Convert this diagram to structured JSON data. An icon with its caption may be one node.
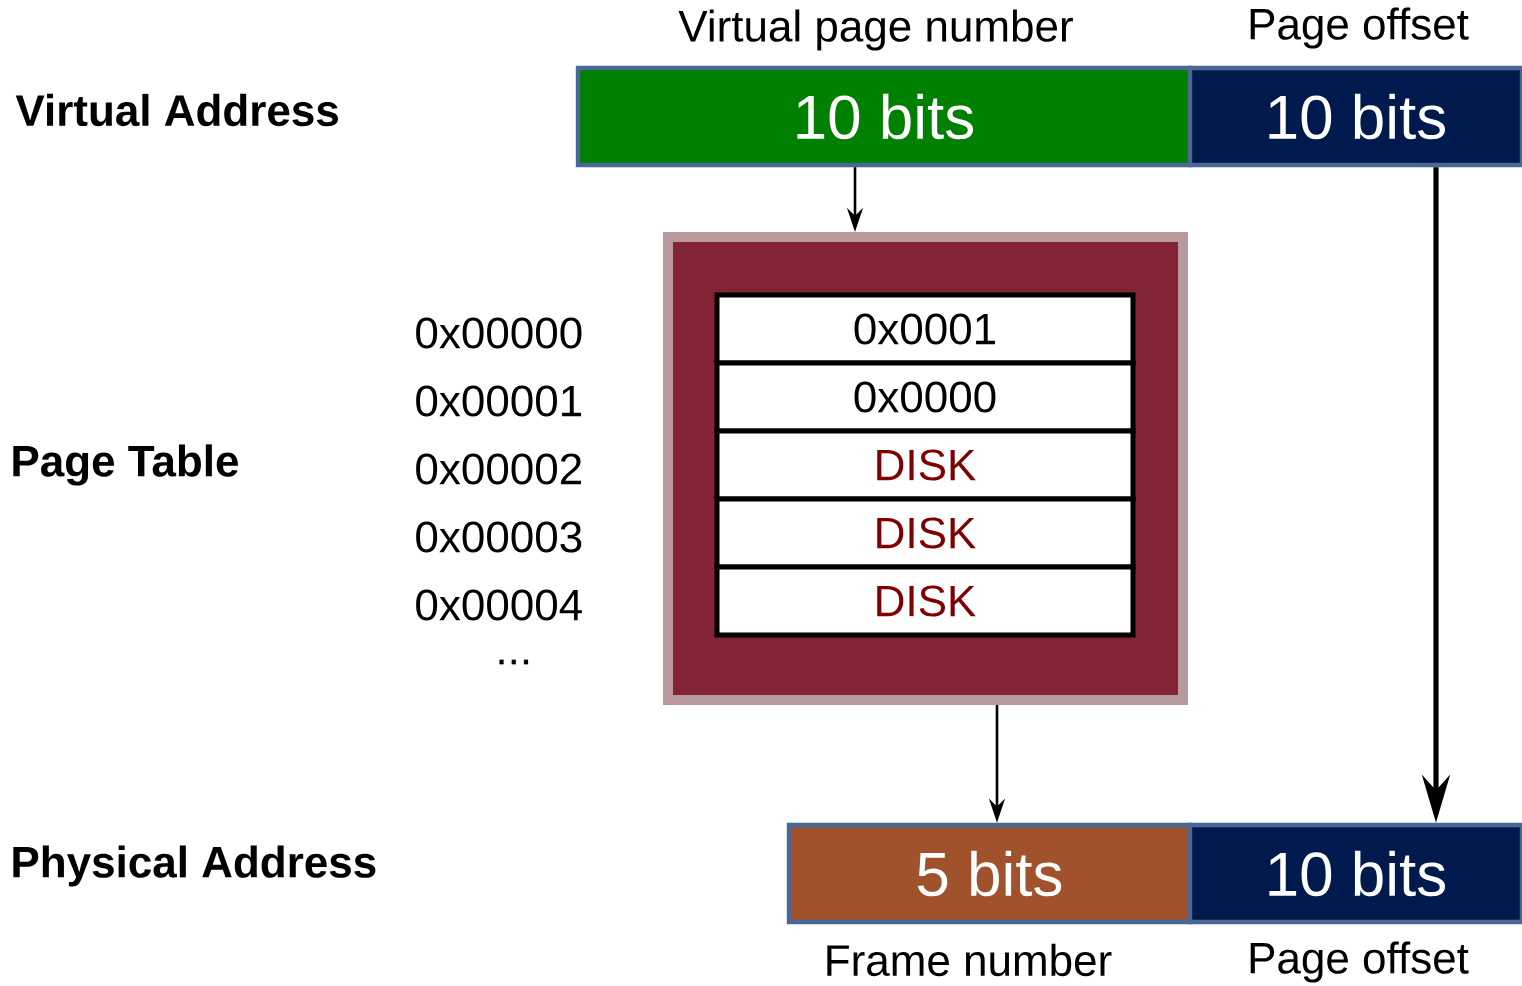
{
  "diagram": {
    "nodes": [
      {
        "text": [
          "10 bits"
        ],
        "beside": [
          "Virtual page number"
        ]
      },
      {
        "text": [
          "10 bits"
        ],
        "beside": [
          "Page offset"
        ]
      },
      {
        "text": [],
        "shape": "box"
      },
      {
        "text": [
          "0x0001"
        ],
        "in": 2
      },
      {
        "text": [
          "0x0000"
        ],
        "in": 2
      },
      {
        "text": [
          "DISK"
        ],
        "in": 2
      },
      {
        "text": [
          "DISK"
        ],
        "in": 2
      },
      {
        "text": [
          "DISK"
        ],
        "in": 2
      },
      {
        "text": [
          "5 bits"
        ],
        "beside": [
          "Frame number"
        ]
      },
      {
        "text": [
          "10 bits"
        ],
        "beside": [
          "Page offset"
        ]
      }
    ],
    "edges": [
      {
        "from": 0,
        "to": 2,
        "arrow": "to"
      },
      {
        "from": 2,
        "to": 8,
        "arrow": "to"
      },
      {
        "from": 1,
        "to": 9,
        "arrow": "to",
        "style": "thick"
      }
    ],
    "labels": [
      "Virtual Address",
      "0x00000",
      "0x00001",
      "Page Table",
      "0x00002",
      "0x00003",
      "0x00004",
      "...",
      "Physical Address"
    ]
  }
}
